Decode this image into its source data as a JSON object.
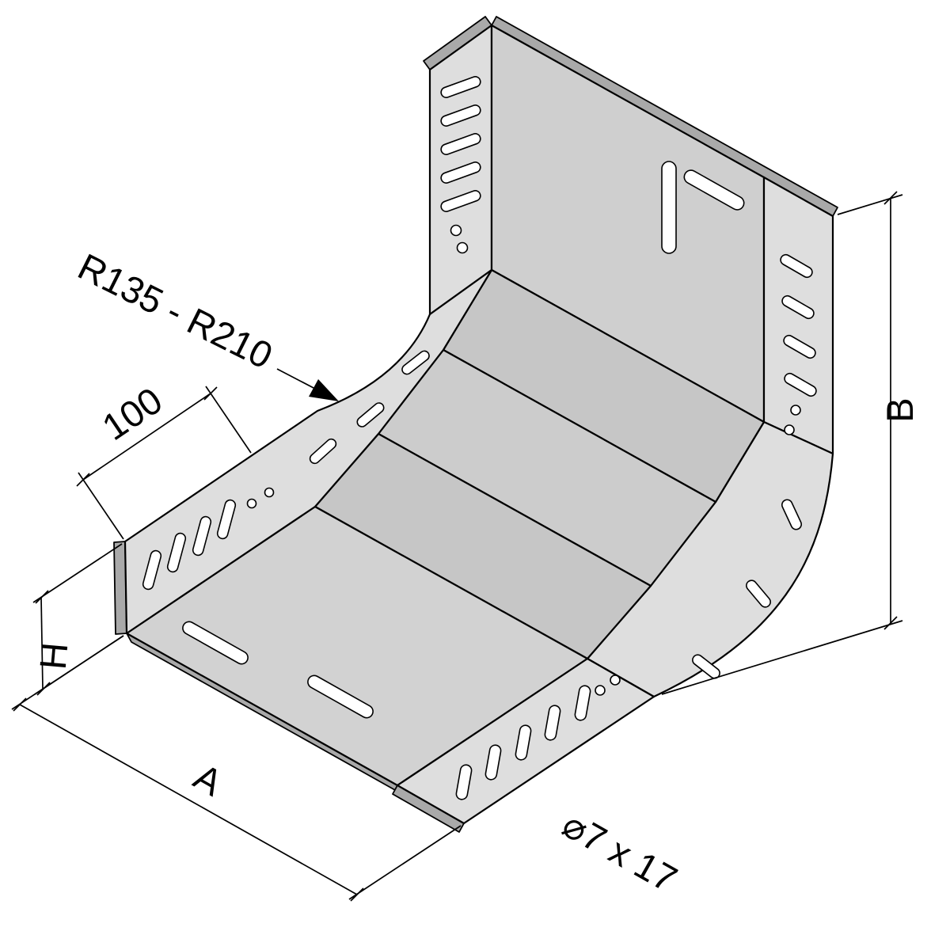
{
  "drawing": {
    "title_hint": "cable tray 90 degree internal riser bend - isometric technical drawing",
    "palette": {
      "background": "#ffffff",
      "line": "#000000",
      "face_light": "#dedede",
      "face_top": "#cfcfcf",
      "face_segment_a": "#c6c6c6",
      "face_segment_b": "#cccccc",
      "face_bottom": "#d2d2d2",
      "edge_sliver": "#a9a9a9",
      "hole": "#ffffff"
    }
  },
  "annotations": {
    "radius_range": "R135 - R210",
    "tangent_length": "100",
    "side_height": "H",
    "width": "A",
    "height": "B",
    "slot_size": "⌀7 x 17"
  }
}
